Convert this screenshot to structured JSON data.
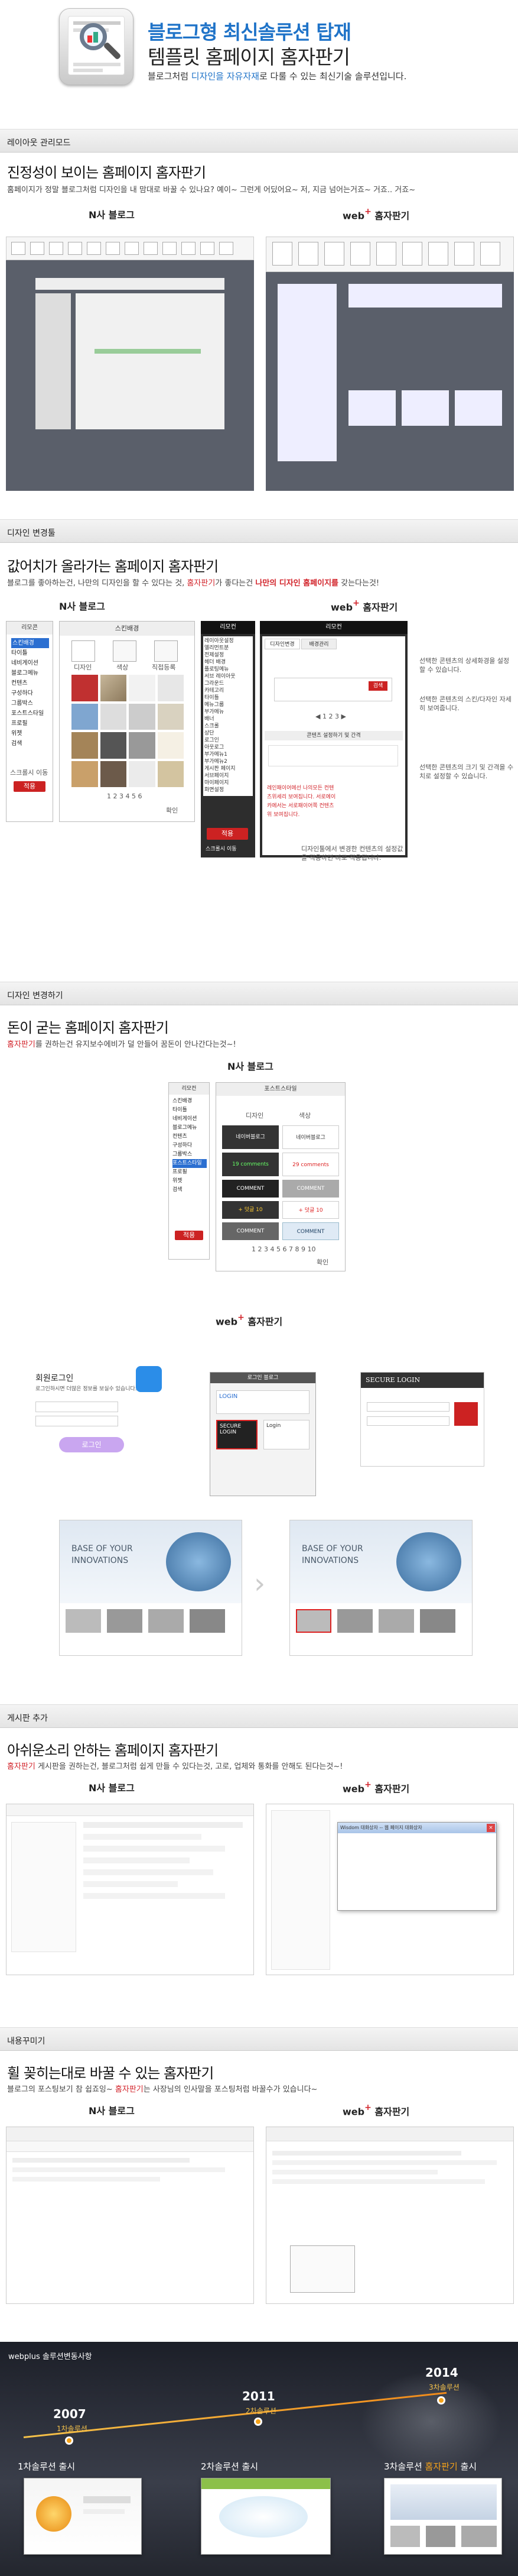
{
  "header": {
    "title1": "블로그형 최신솔루션 탑재",
    "title2": "템플릿 홈페이지  홈자판기",
    "sub_pre": "블로그처럼 ",
    "sub_hl": "디자인을 자유자재",
    "sub_post": "로 다룰 수 있는 최신기술 솔루션입니다."
  },
  "sections": [
    {
      "bar": "레이아웃 관리모드",
      "title": "진정성이 보이는 홈페이지 홈자판기",
      "desc": "홈페이지가 정말 블로그처럼 디자인을 내 맘대로 바꿀 수 있나요? 예이~ 그런게 어딨어요~ 저, 지금 넘어는거죠~ 거죠.. 거죠~"
    },
    {
      "bar": "디자인 변경툴",
      "title": "값어치가 올라가는 홈페이지 홈자판기",
      "desc_pre": "블로그를 좋아하는건, 나만의 디자인을 할 수 있다는 것, ",
      "desc_hl": "홈자판기",
      "desc_mid": "가 좋다는건 ",
      "desc_hl2": "나만의 디자인 홈페이지를",
      "desc_post": " 갖는다는것!"
    },
    {
      "bar": "디자인 변경하기",
      "title": "돈이 굳는 홈페이지 홈자판기",
      "desc_hl": "홈자판기",
      "desc_post": "를 권하는건 유지보수에비가 덜 안들어 꿈돈이 안나간다는것~!"
    },
    {
      "bar": "게시판 추가",
      "title": "아쉬운소리 안하는 홈페이지 홈자판기",
      "desc_hl": "홈자판기",
      "desc_post": " 게시판을 권하는건, 블로그처럼 쉽게 만들 수 있다는것, 고로, 업체와 통화를 안해도 된다는것~!"
    },
    {
      "bar": "내용꾸미기",
      "title": "휠 꽂히는대로 바꿀 수 있는 홈자판기",
      "desc_pre": "블로그의 포스팅보기 참 쉽죠잉~ ",
      "desc_hl": "홈자판기",
      "desc_post": "는 사장님의 인사말을 포스팅처럼 바꿀수가 있습니다~"
    }
  ],
  "brands": {
    "n_mark": "N",
    "n_label": "사 블로그",
    "w_mark": "web",
    "w_plus": "+",
    "w_label": " 홈자판기"
  },
  "design_tool": {
    "left_title": "리모콘",
    "left_items": [
      "스킨배경",
      "타이틀",
      "네비게이션",
      "블로그메뉴",
      "컨텐츠",
      "구성하다",
      "그룹박스",
      "포스트스타일",
      "프로필",
      "위젯",
      "검색"
    ],
    "apply": "적용",
    "left_check": "스크롤시 이동",
    "center_title": "스킨배경",
    "center_tabs": [
      "디자인",
      "색상",
      "직접등록"
    ],
    "pages": "1 2 3 4 5 6",
    "confirm": "확인",
    "dark_title": "리모컨",
    "dark_items": [
      "레이아웃설정",
      "엘리먼트분",
      "전제설정",
      "헤더 배경",
      "플로팅메뉴",
      "서브 레이아웃",
      "그라운드",
      "카테고리",
      "타이틀",
      "메뉴그룹",
      "부가메뉴",
      "배너",
      "스크롤",
      "상단",
      "로그인",
      "아웃로그",
      "부가메뉴1",
      "부가메뉴2",
      "게시판 페이지",
      "서브페이지",
      "마이페이지",
      "화면설정"
    ],
    "dark_apply": "적용",
    "dark_check": "스크롤시 이동",
    "sub_title": "리모컨",
    "sub_tab1": "디자인변경",
    "sub_tab2": "배경관리",
    "sub_search": "검색",
    "pager": "◀ 1 2 3 ▶",
    "edit_title": "콘텐츠 설정하기 및 간격",
    "caption1": "선택한 콘텐츠의 상세화경을 설정할 수 있습니다.",
    "caption2": "선택한 콘텐츠의 스킨/다자인 자세히 보여줍니다.",
    "caption3": "선택한 콘텐츠의 크기 및 간격을 수치로 설정할 수 있습니다.",
    "caption4": "디자인툴에서 변경한 컨텐츠의 설정값을 적용하면 바로 적용됩니다.",
    "note": "레인패이어에선 나의모든 컨텐츠위세리 보여집니다. 서로에이카에서는 서로패이어쪽 컨텐츠 위 보여집니다."
  },
  "design_change": {
    "left_title": "리모컨",
    "left_items": [
      "스킨배경",
      "타이틀",
      "네비게이션",
      "블로그메뉴",
      "컨텐츠",
      "구성하다",
      "그룹박스",
      "포스트스타일",
      "프로필",
      "위젯",
      "검색"
    ],
    "apply": "적용",
    "center_title": "포스트스타일",
    "tabs": [
      "디자인",
      "색상"
    ],
    "items": [
      "네이버블로그",
      "네이버블로그",
      "19 comments",
      "29 comments",
      "COMMENT",
      "COMMENT",
      "+ 덧글 10",
      "+ 덧글 10",
      "COMMENT",
      "COMMENT"
    ],
    "pages": "1 2 3 4 5 6 7 8 9 10",
    "confirm": "확인",
    "login_title": "회원로그인",
    "login_sub": "로그인하시면 더많은 정보를 보실수 있습니다.",
    "login_btn": "로그인",
    "panel_title": "로그인 블로그",
    "login_a": "LOGIN",
    "login_b": "SECURE LOGIN",
    "login_c": "Login",
    "secure": "SECURE LOGIN",
    "banner1": "BASE OF YOUR",
    "banner2": "INNOVATIONS"
  },
  "board": {
    "dialog_title": "Wisdom 대화상자 -- 웹 페이지 대화상자"
  },
  "footer": {
    "brand": "webplus 솔루션변동사항",
    "years": [
      {
        "year": "2007",
        "sub": "1차솔루션",
        "card": "1차솔루션 출시",
        "hl": ""
      },
      {
        "year": "2011",
        "sub": "2차솔루션",
        "card": "2차솔루션 출시",
        "hl": ""
      },
      {
        "year": "2014",
        "sub": "3차솔루션",
        "card_pre": "3차솔루션 ",
        "hl": "홈자판기",
        "card_post": " 출시"
      }
    ]
  },
  "colors": {
    "accent_blue": "#1f73c8",
    "accent_red": "#d2232a",
    "naver_green": "#0a9a2a"
  }
}
